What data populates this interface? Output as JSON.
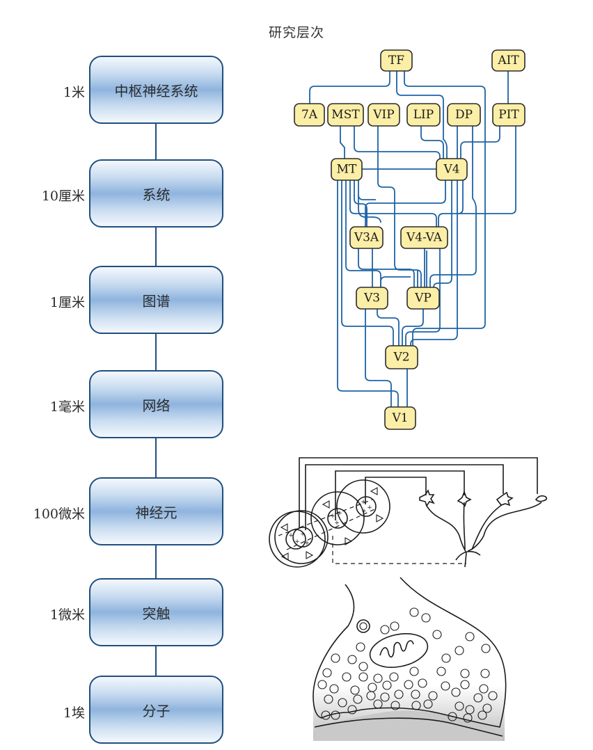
{
  "title": "研究层次",
  "levels": [
    {
      "scale": "1米",
      "label": "中枢神经系统"
    },
    {
      "scale": "10厘米",
      "label": "系统"
    },
    {
      "scale": "1厘米",
      "label": "图谱"
    },
    {
      "scale": "1毫米",
      "label": "网络"
    },
    {
      "scale": "100微米",
      "label": "神经元"
    },
    {
      "scale": "1微米",
      "label": "突触"
    },
    {
      "scale": "1埃",
      "label": "分子"
    }
  ],
  "visual_areas": {
    "nodes": [
      "TF",
      "AIT",
      "7A",
      "MST",
      "VIP",
      "LIP",
      "DP",
      "PIT",
      "MT",
      "V4",
      "V3A",
      "V4-VA",
      "V3",
      "VP",
      "V2",
      "V1"
    ],
    "colors": {
      "node_fill": "#fbeea6",
      "wire": "#1d63a6",
      "level_border": "#1f4f7e"
    }
  },
  "network_illustration": {
    "center_mark": "+",
    "surround_mark": "△"
  }
}
